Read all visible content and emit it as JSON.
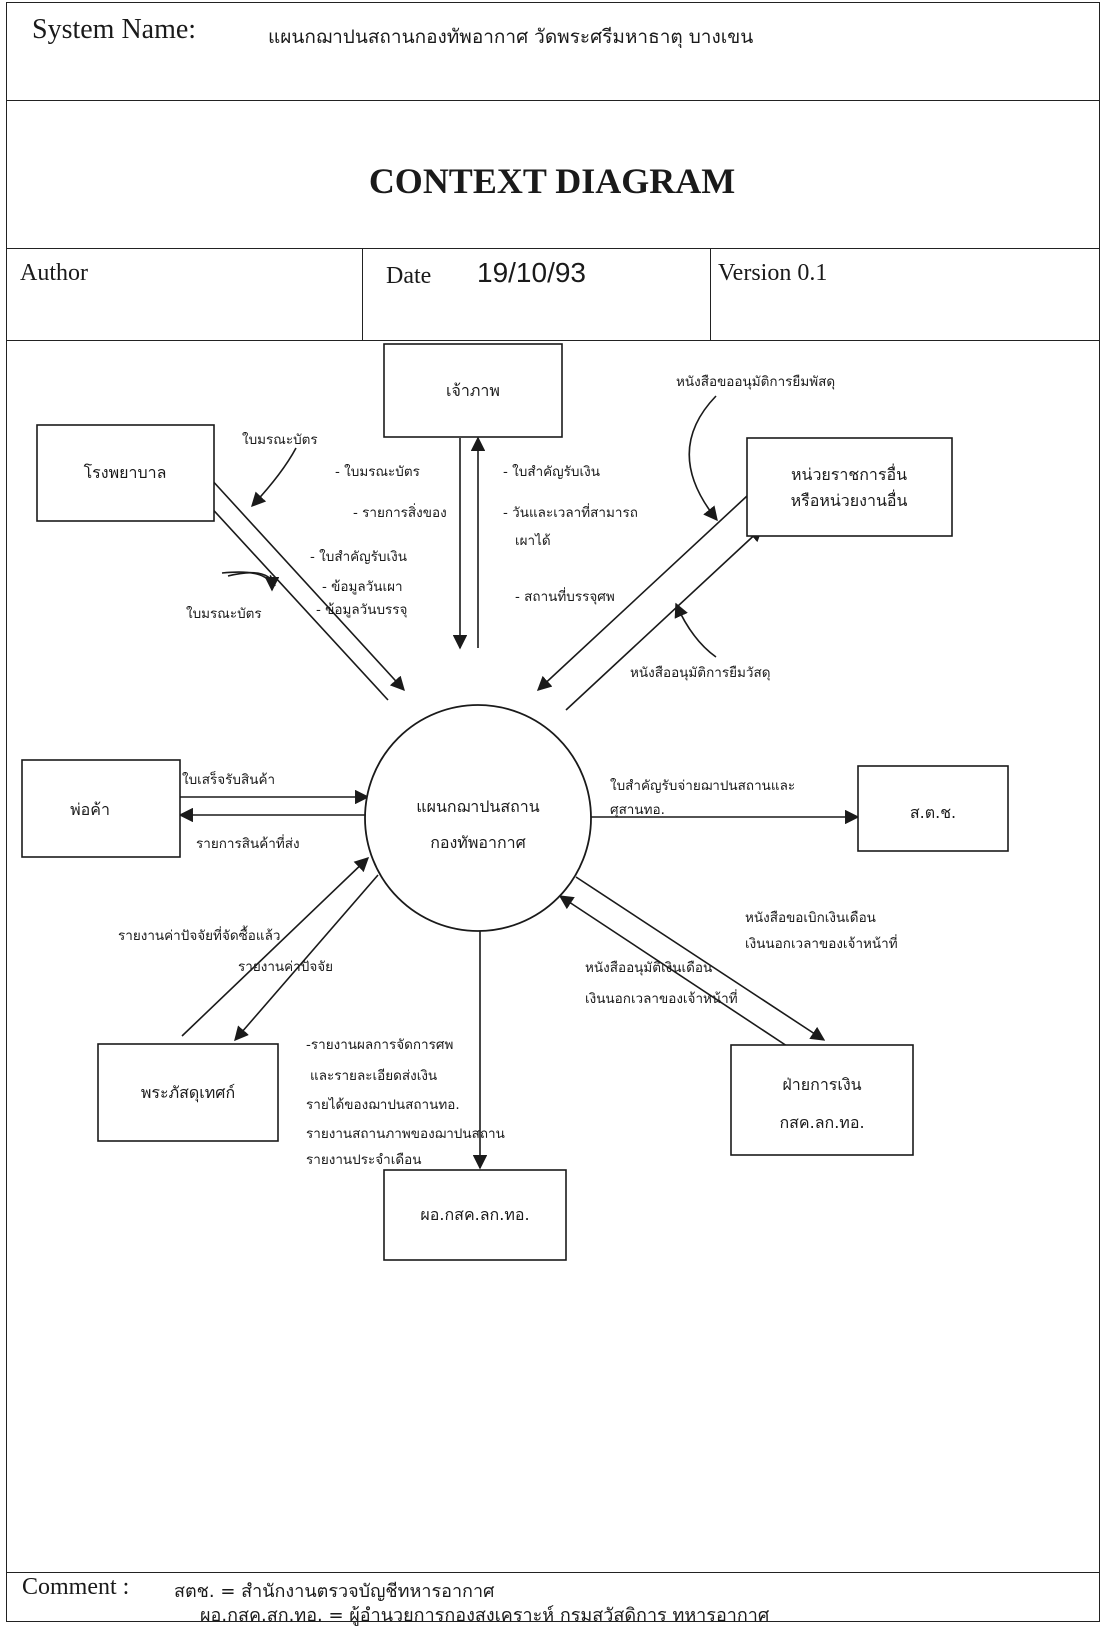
{
  "header": {
    "system_name_label": "System Name:",
    "system_name_value": "แผนกฌาปนสถานกองทัพอากาศ วัดพระศรีมหาธาตุ บางเขน",
    "title": "CONTEXT DIAGRAM",
    "author_label": "Author",
    "date_label": "Date",
    "date_value": "19/10/93",
    "version_label": "Version 0.1"
  },
  "process": {
    "line1": "แผนกฌาปนสถาน",
    "line2": "กองทัพอากาศ"
  },
  "entities": {
    "chaophap": "เจ้าภาพ",
    "hospital": "โรงพยาบาล",
    "other_units_1": "หน่วยราชการอื่น",
    "other_units_2": "หรือหน่วยงานอื่น",
    "merchant": "พ่อค้า",
    "audit": "ส.ต.ช.",
    "supplies": "พระภัสดุเทศก์",
    "finance_1": "ฝ่ายการเงิน",
    "finance_2": "กสค.ลก.ทอ.",
    "director": "ผอ.กสค.ลก.ทอ."
  },
  "flows": {
    "hospital_in": "ใบมรณะบัตร",
    "hospital_out": "ใบมรณะบัตร",
    "to_host_1": "- ใบมรณะบัตร",
    "to_host_2": "- รายการสิ่งของ",
    "to_host_3": "- ใบสำคัญรับเงิน",
    "to_host_4": "- ข้อมูลวันเผา",
    "to_host_5": "- ข้อมูลวันบรรจุ",
    "from_host_1": "- ใบสำคัญรับเงิน",
    "from_host_2": "- วันและเวลาที่สามารถ",
    "from_host_3": "เผาได้",
    "from_host_4": "- สถานที่บรรจุศพ",
    "other_in": "หนังสือขออนุมัติการยืมพัสดุ",
    "other_out": "หนังสืออนุมัติการยืมวัสดุ",
    "merchant_in": "ใบเสร็จรับสินค้า",
    "merchant_out": "รายการสินค้าที่ส่ง",
    "audit_1": "ใบสำคัญรับจ่ายฌาปนสถานและ",
    "audit_2": "ศุสานทอ.",
    "supplies_in": "รายงานค่าปัจจัยที่จัดซื้อแล้ว",
    "supplies_out": "รายงานค่าปัจจัย",
    "finance_in_1": "หนังสือขอเบิกเงินเดือน",
    "finance_in_2": "เงินนอกเวลาของเจ้าหน้าที่",
    "finance_out_1": "หนังสืออนุมัติเงินเดือน",
    "finance_out_2": "เงินนอกเวลาของเจ้าหน้าที่",
    "director_1": "-รายงานผลการจัดการศพ",
    "director_2": "และรายละเอียดส่งเงิน",
    "director_3": "รายได้ของฌาปนสถานทอ.",
    "director_4": "รายงานสถานภาพของฌาปนสถาน",
    "director_5": "รายงานประจำเดือน"
  },
  "footer": {
    "comment_label": "Comment :",
    "comment_line1": "สตช. = สำนักงานตรวจบัญชีทหารอากาศ",
    "comment_line2": "ผอ.กสค.สก.ทอ. = ผู้อำนวยการกองสงเคราะห์ กรมสวัสดิการ ทหารอากาศ"
  }
}
